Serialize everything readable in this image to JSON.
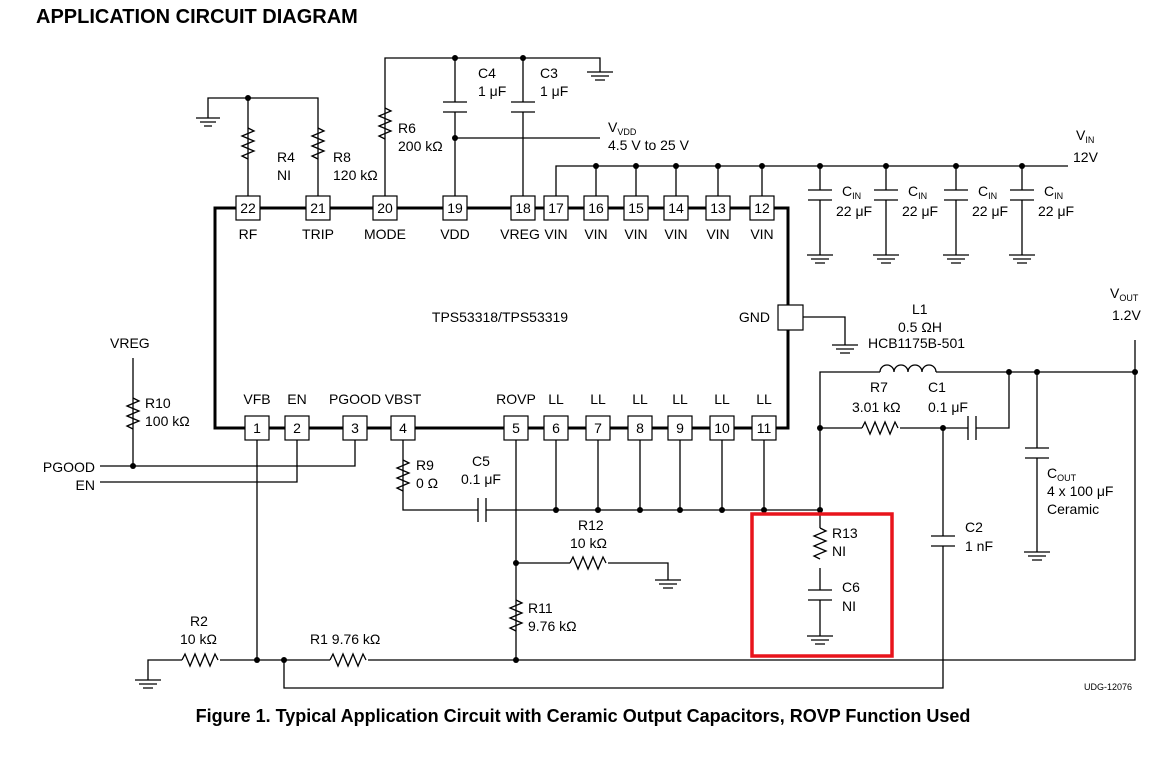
{
  "title": "APPLICATION CIRCUIT DIAGRAM",
  "caption": "Figure 1.  Typical Application Circuit with Ceramic Output Capacitors, ROVP Function Used",
  "chip_name": "TPS53318/TPS53319",
  "doc_code": "UDG-12076",
  "gnd_label": "GND",
  "top_pins": [
    {
      "num": "22",
      "name": "RF"
    },
    {
      "num": "21",
      "name": "TRIP"
    },
    {
      "num": "20",
      "name": "MODE"
    },
    {
      "num": "19",
      "name": "VDD"
    },
    {
      "num": "18",
      "name": "VREG"
    },
    {
      "num": "17",
      "name": "VIN"
    },
    {
      "num": "16",
      "name": "VIN"
    },
    {
      "num": "15",
      "name": "VIN"
    },
    {
      "num": "14",
      "name": "VIN"
    },
    {
      "num": "13",
      "name": "VIN"
    },
    {
      "num": "12",
      "name": "VIN"
    }
  ],
  "bottom_pins": [
    {
      "num": "1",
      "name": "VFB"
    },
    {
      "num": "2",
      "name": "EN"
    },
    {
      "num": "3",
      "name": "PGOOD"
    },
    {
      "num": "4",
      "name": "VBST"
    },
    {
      "num": "5",
      "name": "ROVP"
    },
    {
      "num": "6",
      "name": "LL"
    },
    {
      "num": "7",
      "name": "LL"
    },
    {
      "num": "8",
      "name": "LL"
    },
    {
      "num": "9",
      "name": "LL"
    },
    {
      "num": "10",
      "name": "LL"
    },
    {
      "num": "11",
      "name": "LL"
    }
  ],
  "vdd": {
    "name": "V",
    "sub": "VDD",
    "range": "4.5 V to 25 V"
  },
  "vin": {
    "name": "V",
    "sub": "IN",
    "value": "12V"
  },
  "vout": {
    "name": "V",
    "sub": "OUT",
    "value": "1.2V"
  },
  "vreg_label": "VREG",
  "pgood_label": "PGOOD",
  "en_label": "EN",
  "cin": {
    "name": "C",
    "sub": "IN",
    "value": "22 μF"
  },
  "cout": {
    "name": "C",
    "sub": "OUT",
    "value": "4 x 100 μF",
    "type": "Ceramic"
  },
  "components": {
    "c4": {
      "ref": "C4",
      "value": "1 μF"
    },
    "c3": {
      "ref": "C3",
      "value": "1 μF"
    },
    "r6": {
      "ref": "R6",
      "value": "200 kΩ"
    },
    "r4": {
      "ref": "R4",
      "value": "NI"
    },
    "r8": {
      "ref": "R8",
      "value": "120 kΩ"
    },
    "l1": {
      "ref": "L1",
      "value": "0.5 ΩH",
      "part": "HCB1175B-501"
    },
    "r7": {
      "ref": "R7",
      "value": "3.01 kΩ"
    },
    "c1": {
      "ref": "C1",
      "value": "0.1 μF"
    },
    "r10": {
      "ref": "R10",
      "value": "100 kΩ"
    },
    "r9": {
      "ref": "R9",
      "value": "0 Ω"
    },
    "c5": {
      "ref": "C5",
      "value": "0.1 μF"
    },
    "r12": {
      "ref": "R12",
      "value": "10 kΩ"
    },
    "r13": {
      "ref": "R13",
      "value": "NI"
    },
    "c6": {
      "ref": "C6",
      "value": "NI"
    },
    "c2": {
      "ref": "C2",
      "value": "1 nF"
    },
    "r11": {
      "ref": "R11",
      "value": "9.76 kΩ"
    },
    "r2": {
      "ref": "R2",
      "value": "10 kΩ"
    },
    "r1": {
      "ref": "R1",
      "value": "9.76 kΩ"
    }
  },
  "highlight_color": "#e8141c"
}
